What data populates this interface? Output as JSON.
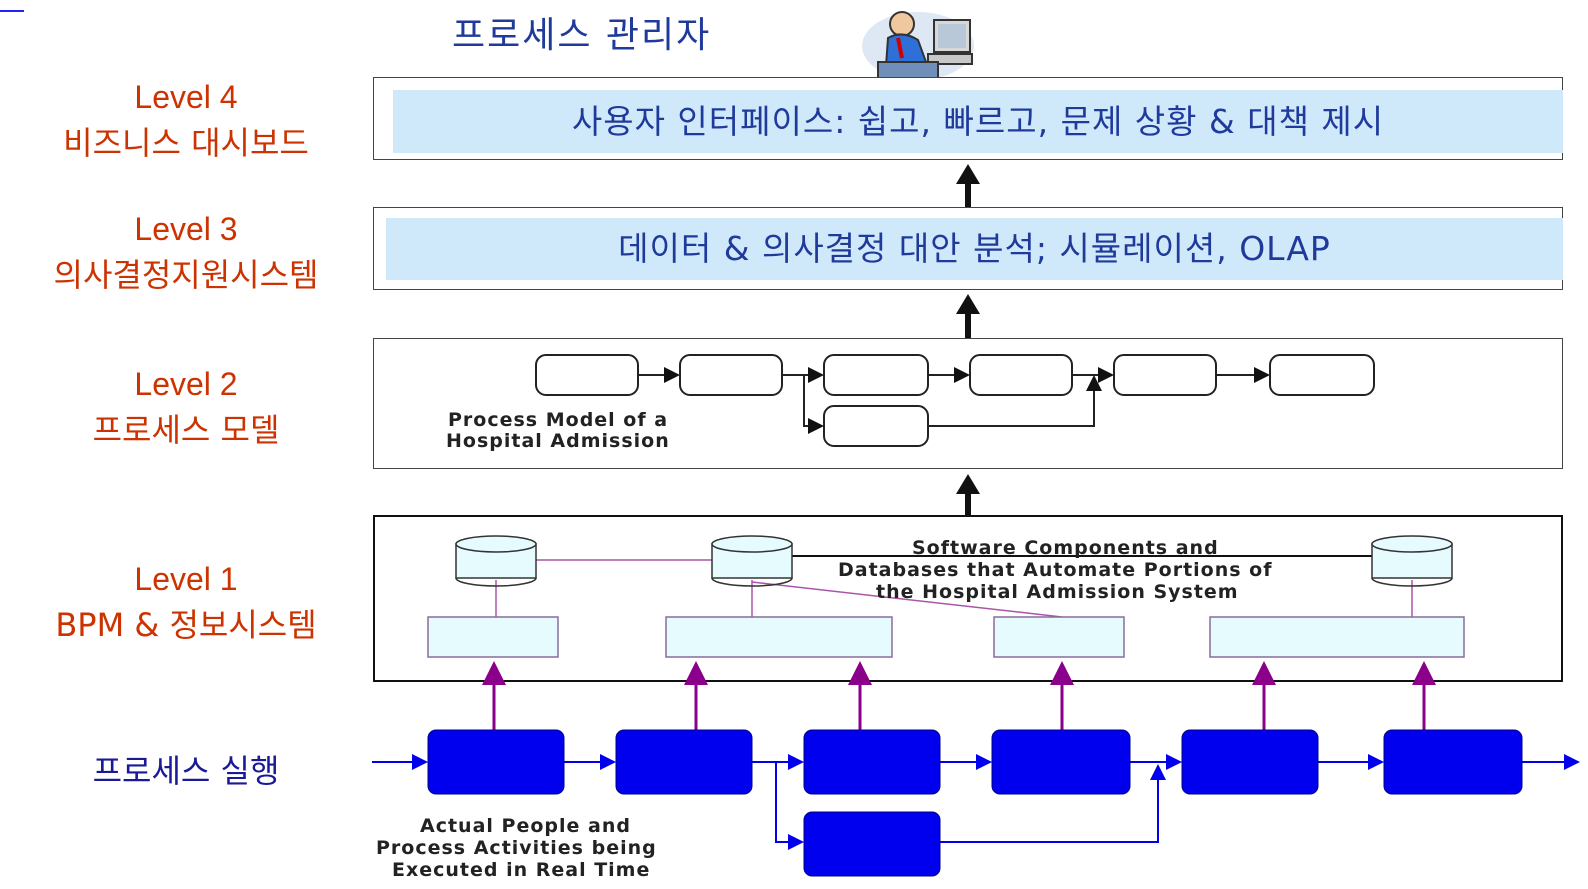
{
  "header": {
    "manager_label": "프로세스 관리자",
    "manager_icon": "person-at-computer-icon"
  },
  "levels": [
    {
      "level": "Level 4",
      "name": "비즈니스 대시보드"
    },
    {
      "level": "Level 3",
      "name": "의사결정지원시스템"
    },
    {
      "level": "Level 2",
      "name": "프로세스 모델"
    },
    {
      "level": "Level 1",
      "name": "BPM & 정보시스템"
    }
  ],
  "execution_label": "프로세스 실행",
  "bands": {
    "level4": "사용자 인터페이스: 쉽고, 빠르고, 문제 상황 & 대책 제시",
    "level3": "데이터 & 의사결정 대안 분석; 시뮬레이션, OLAP"
  },
  "captions": {
    "process_model": [
      "Process Model of a",
      "Hospital Admission"
    ],
    "software": [
      "Software Components and",
      "Databases that Automate Portions of",
      "the Hospital Admission System"
    ],
    "actual": [
      "Actual People and",
      "Process Activities being",
      "Executed in Real Time"
    ]
  },
  "colors": {
    "level_text": "#cc3300",
    "band_bg": "#cfe9fb",
    "band_text": "#1f3a9a",
    "activity_fill": "#0000ee",
    "link_purple": "#8b008b"
  }
}
